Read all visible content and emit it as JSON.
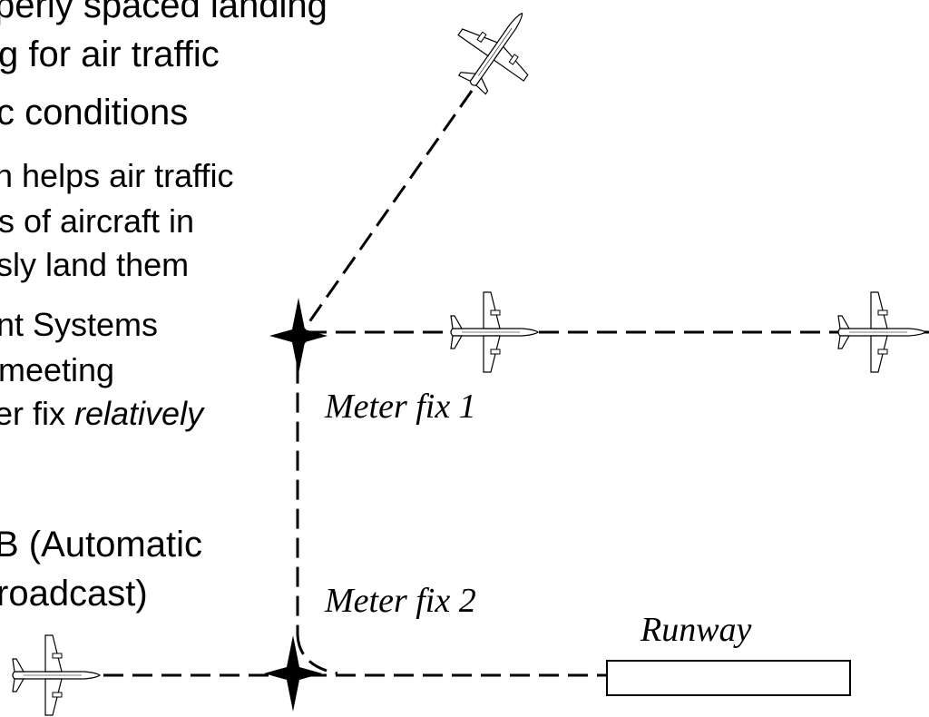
{
  "slide_text": {
    "line1": "perly spaced landing",
    "line2": "g for air traffic",
    "line3": "c conditions",
    "line4": "n helps air traffic",
    "line5": "s of aircraft in",
    "line6": "sly land them",
    "line7": "nt Systems",
    "line8": "meeting",
    "line9_prefix": "er fix ",
    "line9_italic": "relatively",
    "line10": "B (Automatic",
    "line11": "roadcast)"
  },
  "diagram": {
    "meter_fix_1": "Meter fix 1",
    "meter_fix_2": "Meter fix 2",
    "runway": "Runway"
  },
  "icons": [
    "aircraft-icon",
    "meter-fix-star-icon"
  ]
}
